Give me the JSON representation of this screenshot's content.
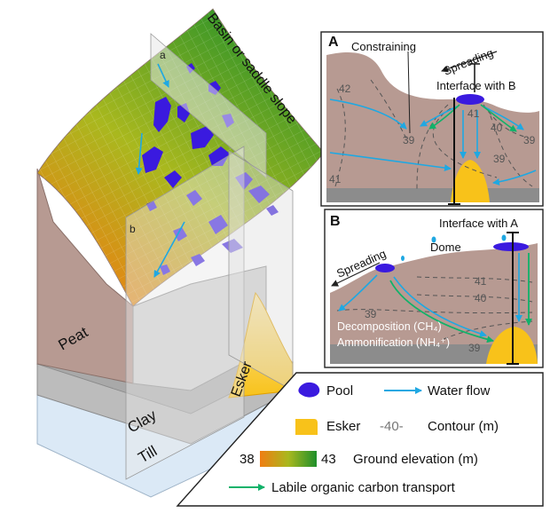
{
  "block": {
    "peat": "Peat",
    "clay": "Clay",
    "till": "Till",
    "esker": "Esker",
    "slope_label": "Basin or saddle slope",
    "plane_a": "a",
    "plane_b": "b"
  },
  "panel_a": {
    "letter": "A",
    "constraining": "Constraining",
    "spreading": "Spreading",
    "interface": "Interface with B",
    "contours": [
      "42",
      "41",
      "40",
      "39",
      "39",
      "39",
      "41"
    ]
  },
  "panel_b": {
    "letter": "B",
    "interface": "Interface with A",
    "dome": "Dome",
    "spreading": "Spreading",
    "contours": [
      "41",
      "40",
      "39",
      "39"
    ],
    "decomposition": "Decomposition (CH₄)",
    "ammonification": "Ammonification (NH₄⁺)"
  },
  "legend": {
    "pool": "Pool",
    "water_flow": "Water flow",
    "esker": "Esker",
    "contour_sample": "-40-",
    "contour": "Contour (m)",
    "elev_min": "38",
    "elev_max": "43",
    "elevation": "Ground elevation (m)",
    "labile": "Labile organic carbon transport"
  },
  "colors": {
    "peat": "#b79a92",
    "gray": "#8c8c8c",
    "esker": "#f8c21a",
    "pool": "#3a1adf",
    "water": "#1fa8e2",
    "carbon": "#10b26a",
    "contour": "#555555",
    "elev_low": "#f07d12",
    "elev_high": "#1e8f2a"
  }
}
